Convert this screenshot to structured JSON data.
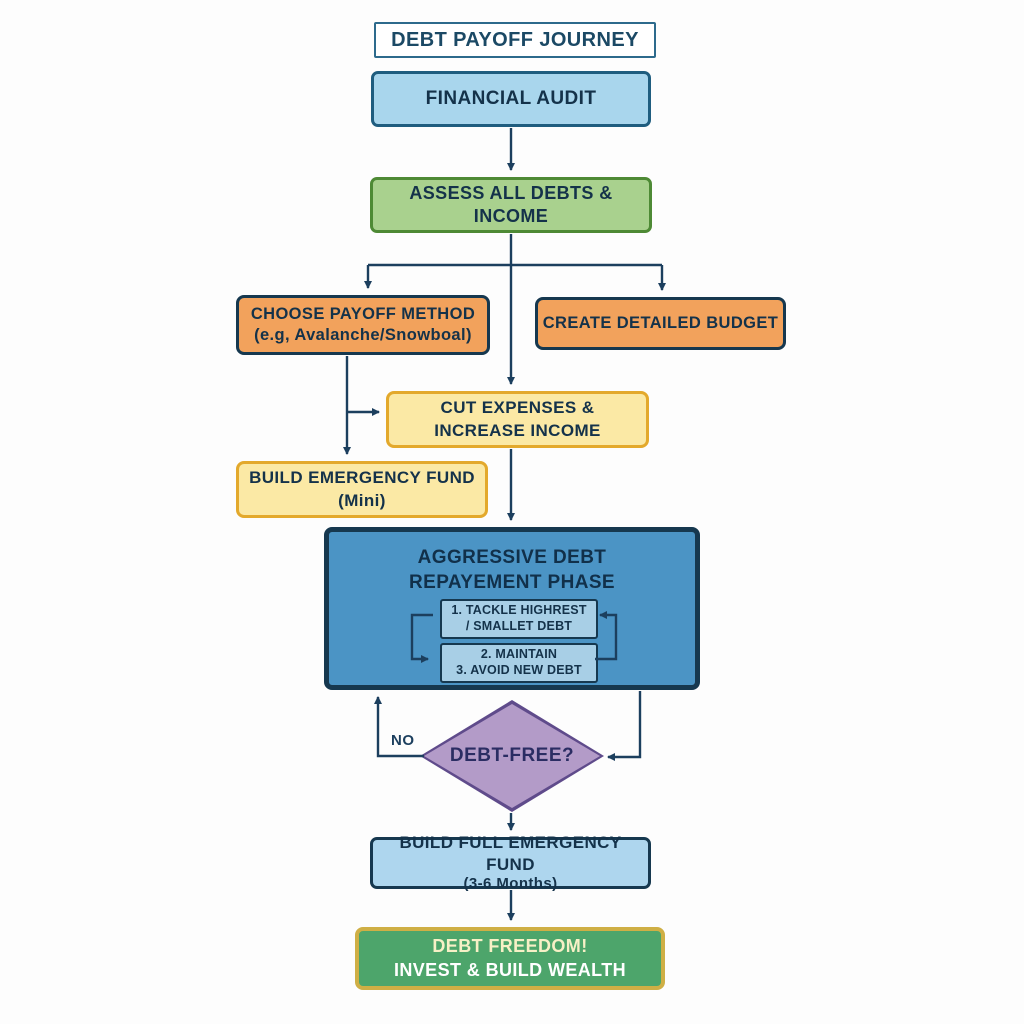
{
  "title": "DEBT PAYOFF JOURNEY",
  "nodes": {
    "financial_audit": {
      "label": "FINANCIAL AUDIT"
    },
    "assess_debts": {
      "label": "ASSESS ALL DEBTS & INCOME"
    },
    "choose_method": {
      "line1": "CHOOSE PAYOFF METHOD",
      "line2": "(e.g, Avalanche/Snowboal)"
    },
    "create_budget": {
      "label": "CREATE DETAILED BUDGET"
    },
    "cut_expenses": {
      "line1": "CUT EXPENSES &",
      "line2": "INCREASE INCOME"
    },
    "mini_fund": {
      "line1": "BUILD EMERGENCY FUND",
      "line2": "(Mini)"
    },
    "repayment_phase": {
      "line1": "AGGRESSIVE DEBT",
      "line2": "REPAYEMENT PHASE",
      "step1_line1": "1. TACKLE HIGHREST",
      "step1_line2": "/ SMALLET DEBT",
      "step2_line1": "2. MAINTAIN",
      "step2_line2": "3. AVOID NEW DEBT"
    },
    "decision": {
      "label": "DEBT-FREE?",
      "no_label": "NO"
    },
    "full_fund": {
      "line1": "BUILD FULL EMERGENCY FUND",
      "line2": "(3-6 Months)"
    },
    "freedom": {
      "line1": "DEBT FREEDOM!",
      "line2": "INVEST & BUILD WEALTH"
    }
  },
  "colors": {
    "navy_border": "#16384f",
    "arrow": "#1c3f5e",
    "title_text": "#1b4965",
    "blue_fill": "#a9d6ed",
    "blue_fill_light": "#aed6ee",
    "green_fill": "#a9d18e",
    "green_border": "#4e8a35",
    "orange_fill": "#f2a25c",
    "yellow_fill": "#fbe9a5",
    "yellow_border": "#e3a92c",
    "phase_fill": "#4b94c5",
    "phase_step_fill": "#a8cfe6",
    "purple_fill": "#b39bc8",
    "purple_border": "#5f4b8b",
    "freedom_fill": "#4da56b",
    "gold_border": "#cfaf45"
  }
}
